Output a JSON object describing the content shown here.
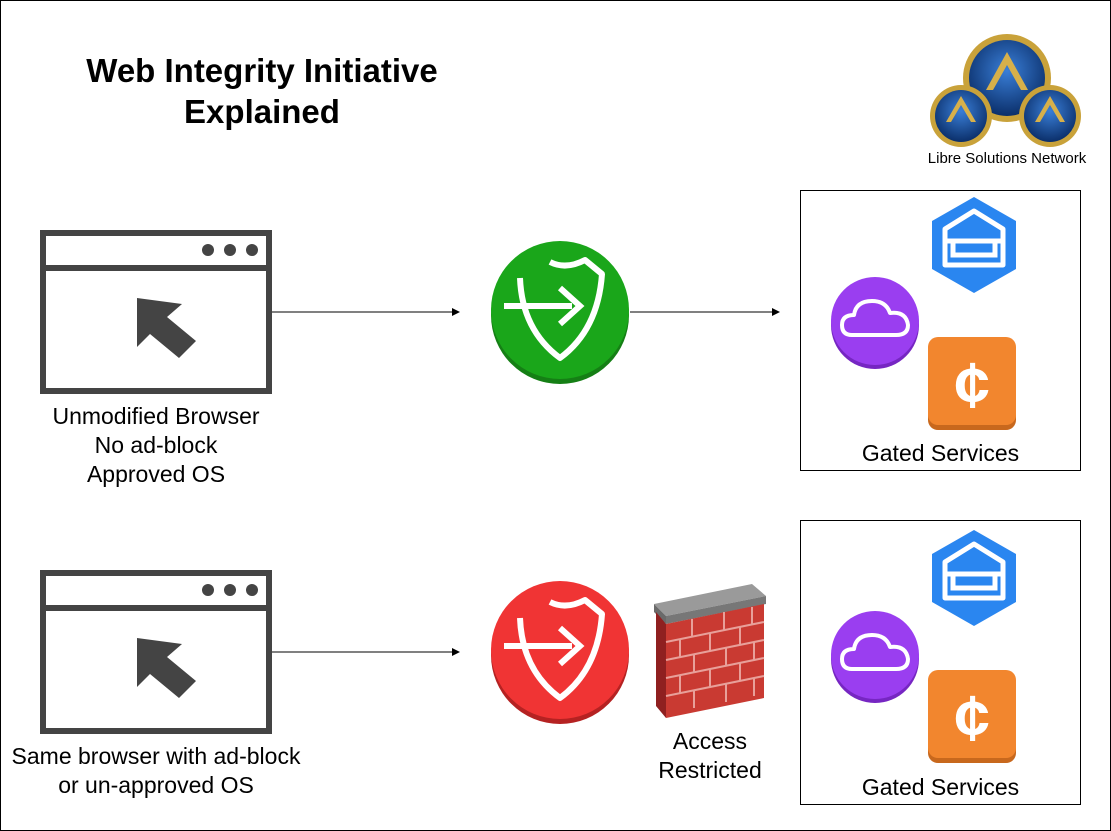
{
  "title_line1": "Web Integrity Initiative",
  "title_line2": "Explained",
  "logo": {
    "label": "Libre Solutions Network",
    "icon": "triple-triangle-logo-icon"
  },
  "top_flow": {
    "browser_lines": [
      "Unmodified Browser",
      "No ad-block",
      "Approved OS"
    ],
    "shield_color": "#1aa61a",
    "services_label": "Gated Services"
  },
  "bottom_flow": {
    "browser_lines": [
      "Same browser with ad-block",
      "or un-approved OS"
    ],
    "shield_color": "#f03434",
    "firewall_lines": [
      "Access",
      "Restricted"
    ],
    "services_label": "Gated Services"
  },
  "colors": {
    "mail_hex": "#2a86f0",
    "cloud_circle": "#9a3ef0",
    "currency_square": "#f2862e"
  }
}
